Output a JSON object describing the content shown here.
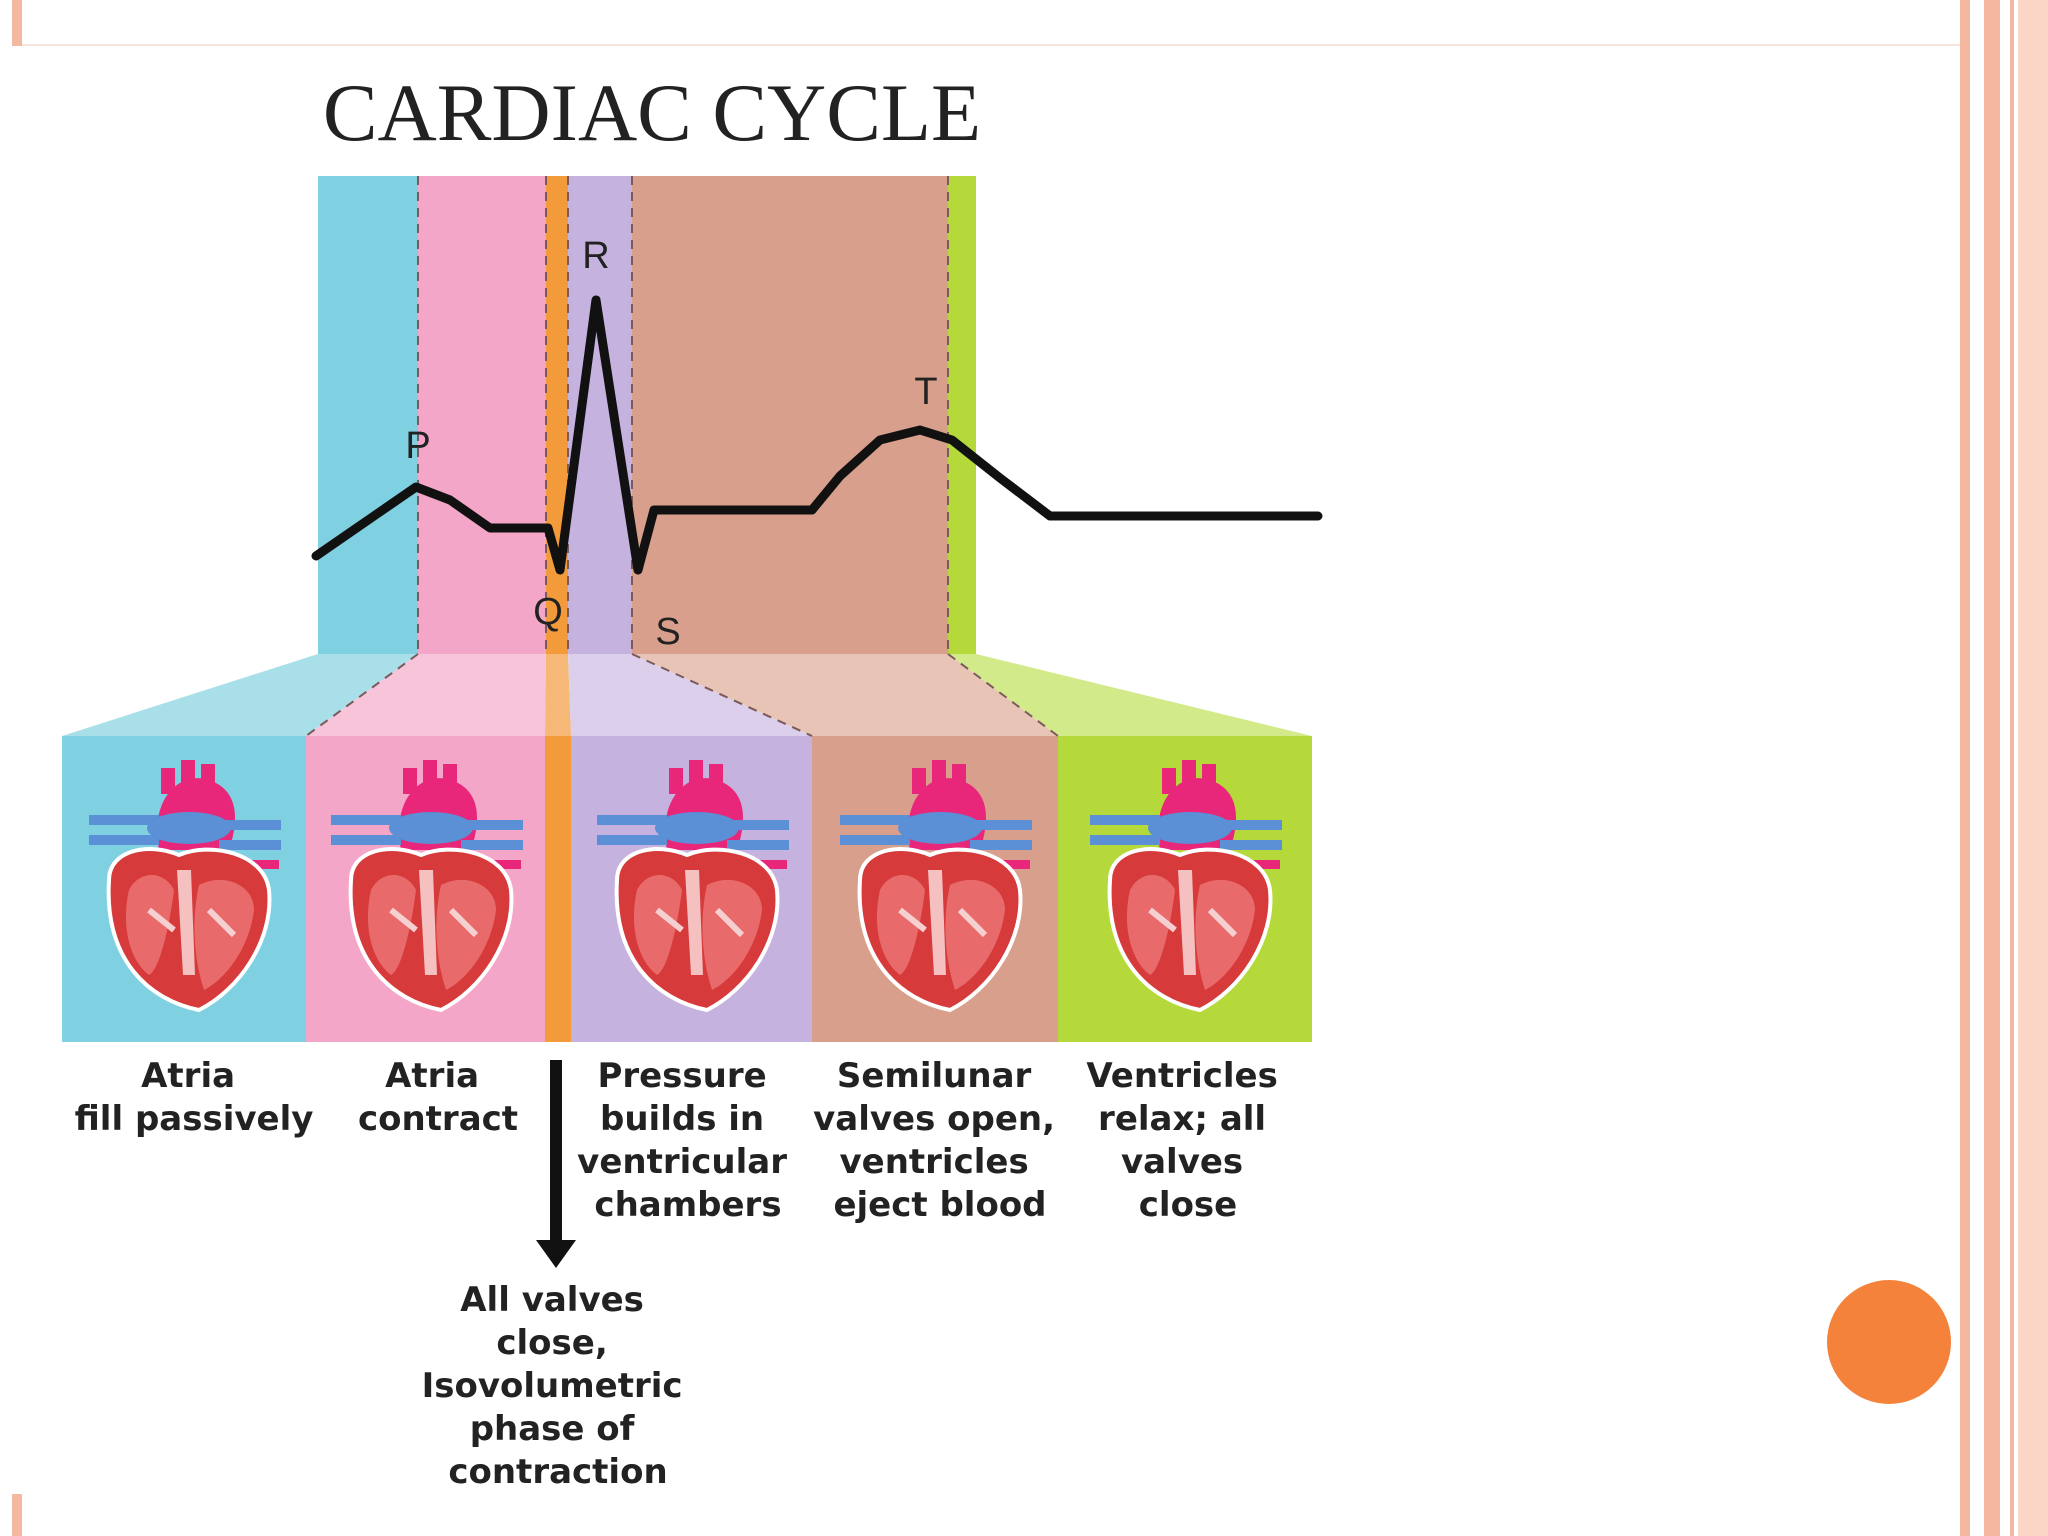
{
  "title": "CARDIAC CYCLE",
  "colors": {
    "phase1": "#7fd0e0",
    "phase2": "#f4a6c8",
    "isovolumetric": "#f39a3a",
    "phase3": "#c6b2df",
    "phase4": "#d8a08c",
    "phase5": "#b5d93a",
    "heart_red": "#d63a3a",
    "heart_pink": "#e8277a",
    "vessel_blue": "#5b8fd6",
    "accent_orange": "#f5823a",
    "slide_border": "#f4b8a0"
  },
  "waveform_labels": {
    "p": "P",
    "q": "Q",
    "r": "R",
    "s": "S",
    "t": "T"
  },
  "phases": [
    {
      "lines": [
        "Atria",
        "fill passively"
      ]
    },
    {
      "lines": [
        "Atria",
        "contract"
      ]
    },
    {
      "lines": [
        "Pressure",
        "builds in",
        "ventricular",
        "chambers"
      ]
    },
    {
      "lines": [
        "Semilunar",
        "valves open,",
        "ventricles",
        "eject blood"
      ]
    },
    {
      "lines": [
        "Ventricles",
        "relax; all",
        "valves",
        "close"
      ]
    }
  ],
  "isovolumetric_note": {
    "lines": [
      "All valves",
      "close,",
      "Isovolumetric",
      "phase of",
      "contraction"
    ]
  }
}
